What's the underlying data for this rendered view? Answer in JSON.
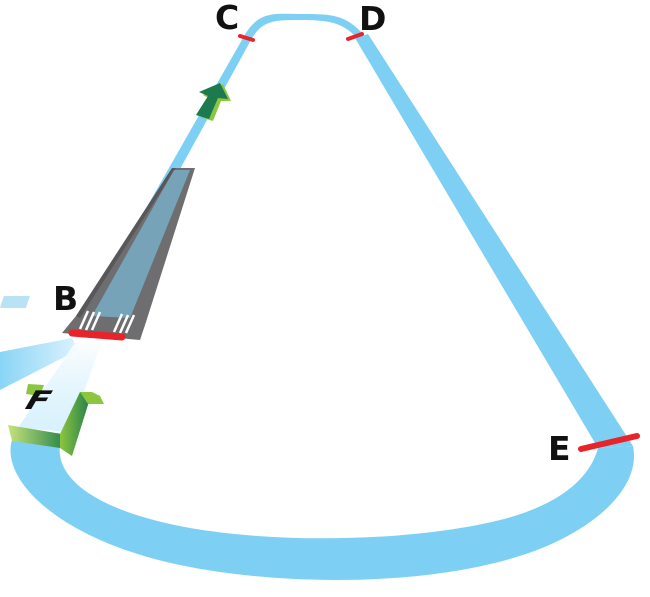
{
  "labels": {
    "c": "C",
    "d": "D",
    "b": "B",
    "e": "E",
    "f": "F"
  },
  "colors": {
    "track": "#7dd0f4",
    "track_light": "#bfe8fb",
    "runway": "#6e6e70",
    "runway_dark": "#4a4a4c",
    "marker": "#e8232a",
    "arrow_green": "#1d7a4f",
    "arrow_green_light": "#8cc63f",
    "label": "#111111"
  },
  "icons": {
    "climb_arrow": "up-arrow-icon",
    "start_marker": "bracket-f-icon"
  }
}
